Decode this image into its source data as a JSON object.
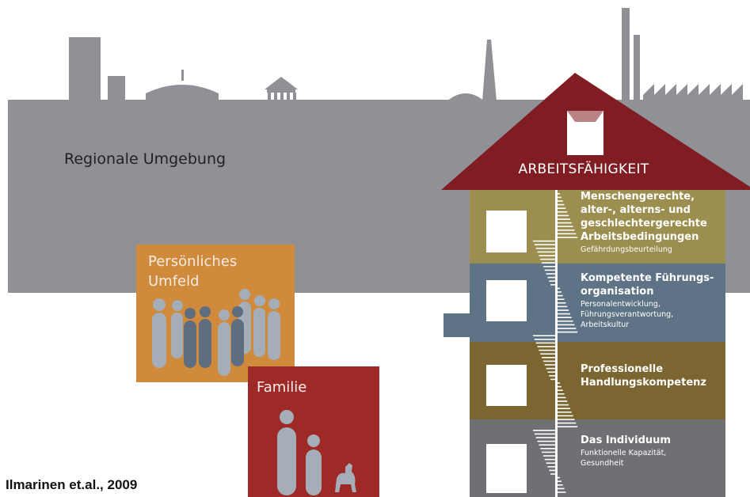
{
  "diagram": {
    "regional_label": "Regionale Umgebung",
    "personal_box": {
      "title": "Persönliches\nUmfeld"
    },
    "family_box": {
      "title": "Familie"
    },
    "house": {
      "roof_label": "ARBEITSFÄHIGKEIT",
      "floors": [
        {
          "title": "Menschengerechte,\nalter-, alterns- und\ngeschlechtergerechte\nArbeitsbedingungen",
          "subtitle": "Gefährdungsbeurteilung"
        },
        {
          "title": "Kompetente Führungs-\norganisation",
          "subtitle": "Personalentwicklung,\nFührungsverantwortung,\nArbeitskultur"
        },
        {
          "title": "Professionelle\nHandlungskompetenz",
          "subtitle": ""
        },
        {
          "title": "Das Individuum",
          "subtitle": "Funktionelle Kapazität,\nGesundheit"
        }
      ]
    },
    "citation": "Ilmarinen et.al., 2009"
  },
  "colors": {
    "cityscape": "#8f9196",
    "roof": "#7f1d23",
    "floor_1": "#9c8e4f",
    "floor_2": "#5f7386",
    "floor_3": "#7b6530",
    "floor_4": "#6e7073",
    "personal_box": "#d08a3c",
    "family_box": "#9d2a26",
    "figure_light": "#a5aeb8",
    "figure_dark": "#5e6e80"
  }
}
